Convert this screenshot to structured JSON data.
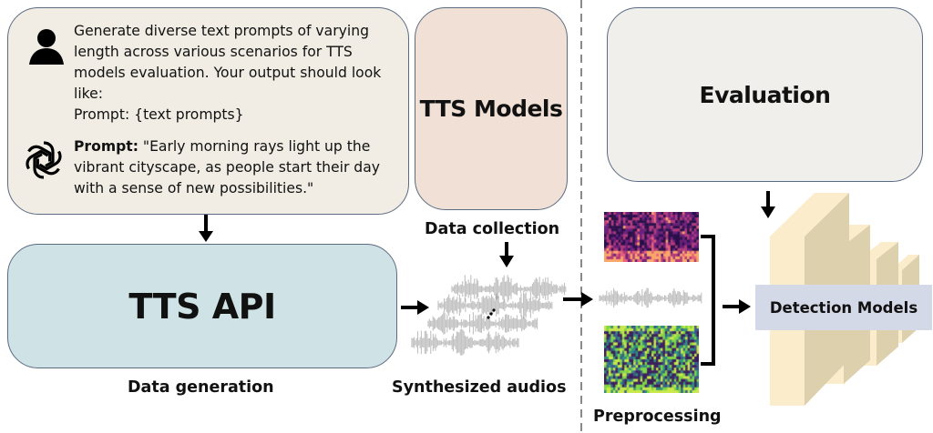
{
  "figure": {
    "sections": {
      "left": "data-generation-and-collection",
      "right": "preprocessing-and-evaluation"
    }
  },
  "prompt_box": {
    "user_icon": "person-icon",
    "user_prompt": "Generate diverse text prompts of varying length across various scenarios for TTS models evaluation. Your output should look like:",
    "user_prompt_format": "Prompt: {text prompts}",
    "assistant_icon": "openai-logo-icon",
    "assistant_label": "Prompt:",
    "assistant_response": "\"Early morning rays light up the vibrant cityscape, as people start their day with a sense of new possibilities.\""
  },
  "tts_models_box": {
    "title": "TTS Models"
  },
  "tts_api_box": {
    "title": "TTS API"
  },
  "evaluation_box": {
    "title": "Evaluation"
  },
  "captions": {
    "data_generation": "Data generation",
    "data_collection": "Data collection",
    "synthesized_audios": "Synthesized audios",
    "preprocessing": "Preprocessing"
  },
  "detection": {
    "label": "Detection Models"
  },
  "colors": {
    "prompt_box_bg": "#f1ede5",
    "tts_models_bg": "#f0e0d6",
    "tts_api_bg": "#cfe2e6",
    "evaluation_bg": "#f1efeb",
    "detection_label_bg": "#d3d9e6",
    "layer_front": "#fbeccb",
    "layer_side": "#ddd0ad",
    "border": "#5b6b82",
    "waveform": "#8c8c8c"
  }
}
